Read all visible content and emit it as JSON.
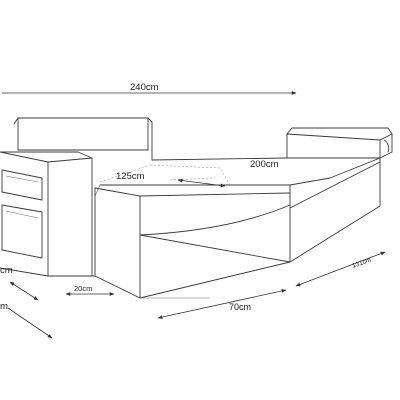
{
  "dimensions": {
    "overall_width": "240cm",
    "bed_length": "200cm",
    "chaise_depth": "125cm",
    "left_height": "cm",
    "left_depth": "m",
    "step_width": "20cm",
    "chaise_width": "70cm",
    "bed_depth": "131cm"
  },
  "colors": {
    "line": "#3a3a3a",
    "text": "#222222",
    "background": "#ffffff"
  }
}
